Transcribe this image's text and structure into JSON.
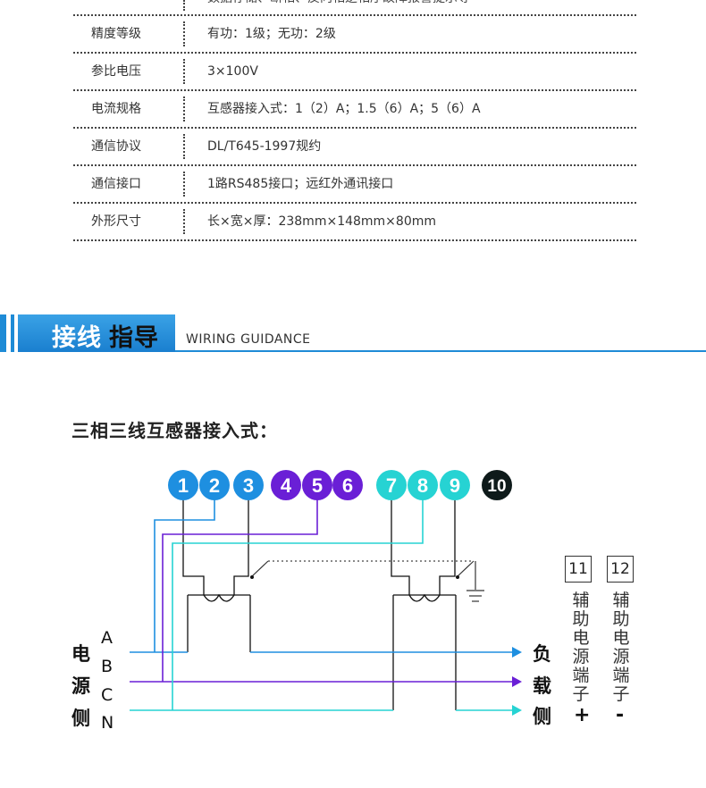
{
  "spec_table": {
    "rows": [
      {
        "key": "",
        "value": "数据存储、断相、反向相逆相序故障报警提示等"
      },
      {
        "key": "精度等级",
        "value": "有功：1级；无功：2级"
      },
      {
        "key": "参比电压",
        "value": "3×100V"
      },
      {
        "key": "电流规格",
        "value": "互感器接入式：1（2）A；1.5（6）A；5（6）A"
      },
      {
        "key": "通信协议",
        "value": "DL/T645-1997规约"
      },
      {
        "key": "通信接口",
        "value": "1路RS485接口；远红外通讯接口"
      },
      {
        "key": "外形尺寸",
        "value": "长×宽×厚：238mm×148mm×80mm"
      }
    ]
  },
  "section": {
    "title_part1": "接线",
    "title_part2": "指导",
    "subtitle_en": "WIRING GUIDANCE"
  },
  "diagram": {
    "title": "三相三线互感器接入式：",
    "terminals": [
      {
        "label": "1",
        "color": "#1e8fe0"
      },
      {
        "label": "2",
        "color": "#1e8fe0"
      },
      {
        "label": "3",
        "color": "#1e8fe0"
      },
      {
        "label": "4",
        "color": "#6a1fd6"
      },
      {
        "label": "5",
        "color": "#6a1fd6"
      },
      {
        "label": "6",
        "color": "#6a1fd6"
      },
      {
        "label": "7",
        "color": "#26d3d3"
      },
      {
        "label": "8",
        "color": "#26d3d3"
      },
      {
        "label": "9",
        "color": "#26d3d3"
      },
      {
        "label": "10",
        "color": "#0e1a1a"
      }
    ],
    "source_side": [
      "电",
      "源",
      "侧"
    ],
    "load_side": [
      "负",
      "载",
      "侧"
    ],
    "phases": [
      "A",
      "B",
      "C",
      "N"
    ],
    "aux_terminals": [
      {
        "label": "11",
        "caption": "辅助电源端子",
        "sign": "+"
      },
      {
        "label": "12",
        "caption": "辅助电源端子",
        "sign": "-"
      }
    ],
    "colors": {
      "phase_a": "#1e8fe0",
      "phase_b": "#6a1fd6",
      "phase_c": "#26d3d3",
      "accent": "#1e8bd6"
    }
  }
}
